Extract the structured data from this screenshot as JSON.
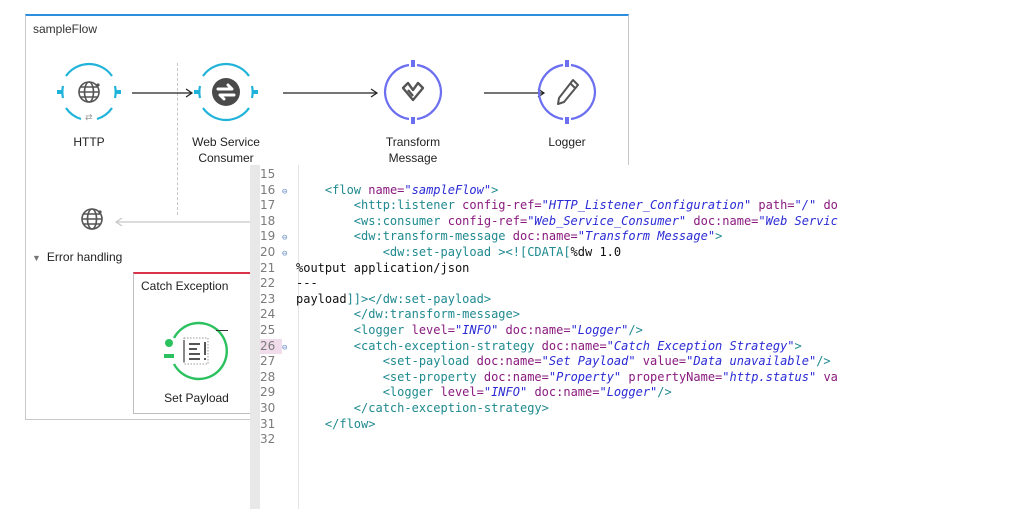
{
  "flow": {
    "title": "sampleFlow",
    "nodes": [
      {
        "id": "http",
        "label_line1": "HTTP",
        "label_line2": "",
        "icon": "globe-icon",
        "color": "#1fb3d9"
      },
      {
        "id": "wsc",
        "label_line1": "Web Service",
        "label_line2": "Consumer",
        "icon": "exchange-icon",
        "color": "#1fb3d9"
      },
      {
        "id": "transform",
        "label_line1": "Transform",
        "label_line2": "Message",
        "icon": "dataweave-icon",
        "color": "#6b6ff0"
      },
      {
        "id": "logger",
        "label_line1": "Logger",
        "label_line2": "",
        "icon": "pencil-icon",
        "color": "#6b6ff0"
      }
    ],
    "error_handling": {
      "heading": "Error handling",
      "strategy_title": "Catch Exception",
      "strategy_color": "#d9334a",
      "node": {
        "label": "Set Payload",
        "icon": "set-payload-icon",
        "color": "#2cc15f"
      }
    }
  },
  "editor": {
    "lines": [
      {
        "n": "15",
        "fold": false,
        "hl": false,
        "tokens": []
      },
      {
        "n": "16",
        "fold": true,
        "hl": false,
        "tokens": [
          [
            "p",
            "    "
          ],
          [
            "t",
            "<flow "
          ],
          [
            "a",
            "name="
          ],
          [
            "v",
            "\"sampleFlow\""
          ],
          [
            "t",
            ">"
          ]
        ]
      },
      {
        "n": "17",
        "fold": false,
        "hl": false,
        "tokens": [
          [
            "p",
            "        "
          ],
          [
            "t",
            "<http:listener "
          ],
          [
            "a",
            "config-ref="
          ],
          [
            "v",
            "\"HTTP_Listener_Configuration\""
          ],
          [
            "a",
            " path="
          ],
          [
            "v",
            "\"/\""
          ],
          [
            "a",
            " do"
          ]
        ]
      },
      {
        "n": "18",
        "fold": false,
        "hl": false,
        "tokens": [
          [
            "p",
            "        "
          ],
          [
            "t",
            "<ws:consumer "
          ],
          [
            "a",
            "config-ref="
          ],
          [
            "v",
            "\"Web_Service_Consumer\""
          ],
          [
            "a",
            " doc:name="
          ],
          [
            "v",
            "\"Web Servic"
          ]
        ]
      },
      {
        "n": "19",
        "fold": true,
        "hl": false,
        "tokens": [
          [
            "p",
            "        "
          ],
          [
            "t",
            "<dw:transform-message "
          ],
          [
            "a",
            "doc:name="
          ],
          [
            "v",
            "\"Transform Message\""
          ],
          [
            "t",
            ">"
          ]
        ]
      },
      {
        "n": "20",
        "fold": true,
        "hl": false,
        "tokens": [
          [
            "p",
            "            "
          ],
          [
            "t",
            "<dw:set-payload ><![CDATA["
          ],
          [
            "p",
            "%dw 1.0"
          ]
        ]
      },
      {
        "n": "21",
        "fold": false,
        "hl": false,
        "tokens": [
          [
            "p",
            "%output application/json"
          ]
        ]
      },
      {
        "n": "22",
        "fold": false,
        "hl": false,
        "tokens": [
          [
            "p",
            "---"
          ]
        ]
      },
      {
        "n": "23",
        "fold": false,
        "hl": false,
        "tokens": [
          [
            "p",
            "payload"
          ],
          [
            "t",
            "]]></dw:set-payload>"
          ]
        ]
      },
      {
        "n": "24",
        "fold": false,
        "hl": false,
        "tokens": [
          [
            "p",
            "        "
          ],
          [
            "t",
            "</dw:transform-message>"
          ]
        ]
      },
      {
        "n": "25",
        "fold": false,
        "hl": false,
        "tokens": [
          [
            "p",
            "        "
          ],
          [
            "t",
            "<logger "
          ],
          [
            "a",
            "level="
          ],
          [
            "v",
            "\"INFO\""
          ],
          [
            "a",
            " doc:name="
          ],
          [
            "v",
            "\"Logger\""
          ],
          [
            "t",
            "/>"
          ]
        ]
      },
      {
        "n": "26",
        "fold": true,
        "hl": true,
        "tokens": [
          [
            "p",
            "        "
          ],
          [
            "t",
            "<catch-exception-strategy "
          ],
          [
            "a",
            "doc:name="
          ],
          [
            "v",
            "\"Catch Exception Strategy\""
          ],
          [
            "t",
            ">"
          ]
        ]
      },
      {
        "n": "27",
        "fold": false,
        "hl": false,
        "tokens": [
          [
            "p",
            "            "
          ],
          [
            "t",
            "<set-payload "
          ],
          [
            "a",
            "doc:name="
          ],
          [
            "v",
            "\"Set Payload\""
          ],
          [
            "a",
            " value="
          ],
          [
            "v",
            "\"Data unavailable\""
          ],
          [
            "t",
            "/>"
          ]
        ]
      },
      {
        "n": "28",
        "fold": false,
        "hl": false,
        "tokens": [
          [
            "p",
            "            "
          ],
          [
            "t",
            "<set-property "
          ],
          [
            "a",
            "doc:name="
          ],
          [
            "v",
            "\"Property\""
          ],
          [
            "a",
            " propertyName="
          ],
          [
            "v",
            "\"http.status\""
          ],
          [
            "a",
            " va"
          ]
        ]
      },
      {
        "n": "29",
        "fold": false,
        "hl": false,
        "tokens": [
          [
            "p",
            "            "
          ],
          [
            "t",
            "<logger "
          ],
          [
            "a",
            "level="
          ],
          [
            "v",
            "\"INFO\""
          ],
          [
            "a",
            " doc:name="
          ],
          [
            "v",
            "\"Logger\""
          ],
          [
            "t",
            "/>"
          ]
        ]
      },
      {
        "n": "30",
        "fold": false,
        "hl": false,
        "tokens": [
          [
            "p",
            "        "
          ],
          [
            "t",
            "</catch-exception-strategy>"
          ]
        ]
      },
      {
        "n": "31",
        "fold": false,
        "hl": false,
        "tokens": [
          [
            "p",
            "    "
          ],
          [
            "t",
            "</flow>"
          ]
        ]
      },
      {
        "n": "32",
        "fold": false,
        "hl": false,
        "tokens": []
      }
    ]
  }
}
